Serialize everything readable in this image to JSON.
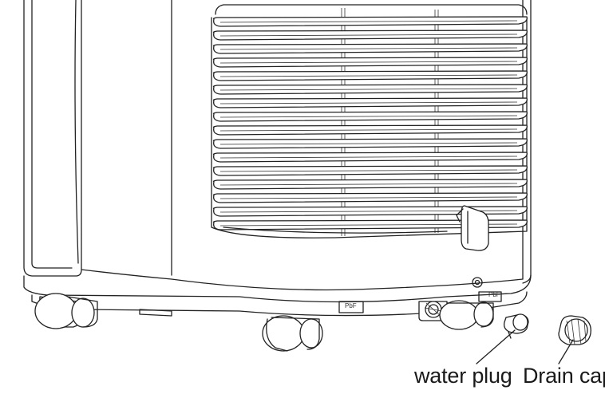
{
  "labels": {
    "water_plug": "water plug",
    "drain_cap": "Drain cap"
  },
  "icons": [
    "air-conditioner-unit",
    "caster-wheel",
    "water-plug",
    "drain-cap",
    "drain-outlet",
    "hose-hook"
  ],
  "colors": {
    "line": "#222222",
    "background": "#ffffff",
    "text": "#1a1a1a"
  }
}
